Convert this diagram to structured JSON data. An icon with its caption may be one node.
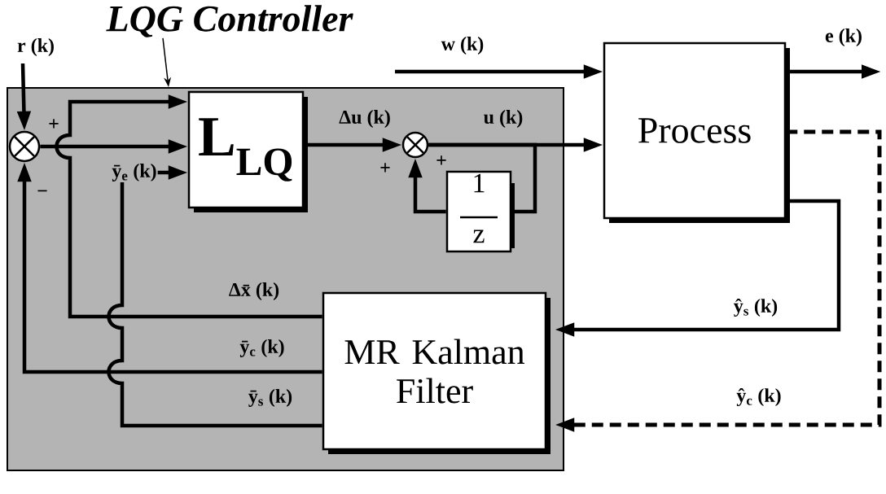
{
  "diagram": {
    "nodes": [
      {
        "text": [
          "LQG Controller"
        ]
      },
      {
        "text": [],
        "shape": "box"
      },
      {
        "text": [],
        "shape": "circle",
        "in": 1
      },
      {
        "text": [
          "L$_{LQ}$"
        ],
        "in": 1
      },
      {
        "text": [],
        "shape": "circle",
        "in": 1
      },
      {
        "text": [
          "1",
          "z"
        ],
        "in": 1
      },
      {
        "text": [
          "MR Kalman Filter"
        ],
        "in": 1
      },
      {
        "text": [
          "Process"
        ]
      }
    ],
    "edges": [
      {
        "from": null,
        "to": 2,
        "arrow": "to",
        "label": "r (k)"
      },
      {
        "from": 0,
        "to": 1,
        "arrow": "to"
      },
      {
        "from": 2,
        "to": 3,
        "arrow": "to",
        "label": "ȳ$_{e}$ (k)"
      },
      {
        "from": 6,
        "to": 3,
        "arrow": "to",
        "label": "Δx̄ (k)"
      },
      {
        "from": 6,
        "to": 3,
        "arrow": "to",
        "label": "ȳ$_{s}$ (k)"
      },
      {
        "from": 6,
        "to": 2,
        "arrow": "to",
        "label": "ȳ$_{c}$ (k)"
      },
      {
        "from": 3,
        "to": 4,
        "arrow": "to",
        "label": "Δu (k)"
      },
      {
        "from": 4,
        "to": 7,
        "arrow": "to",
        "label": "u (k)"
      },
      {
        "from": 4,
        "to": 5,
        "arrow": "none"
      },
      {
        "from": 5,
        "to": 4,
        "arrow": "to"
      },
      {
        "from": null,
        "to": 7,
        "arrow": "to",
        "label": "w (k)"
      },
      {
        "from": 7,
        "to": null,
        "arrow": "to",
        "label": "e (k)"
      },
      {
        "from": 7,
        "to": 6,
        "arrow": "to",
        "label": "ŷ$_{s}$ (k)"
      },
      {
        "from": 7,
        "to": 6,
        "arrow": "to",
        "label": "ŷ$_{c}$ (k)",
        "style": "dashed"
      }
    ],
    "labels": [
      "+",
      "−",
      "+",
      "+"
    ]
  }
}
